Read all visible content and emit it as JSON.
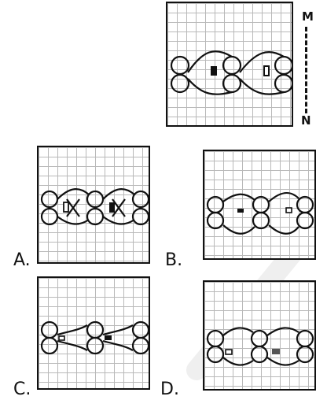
{
  "question_figure": {
    "axis_top_label": "M",
    "axis_bottom_label": "N"
  },
  "options": [
    {
      "label": "A."
    },
    {
      "label": "B."
    },
    {
      "label": "C."
    },
    {
      "label": "D."
    }
  ]
}
